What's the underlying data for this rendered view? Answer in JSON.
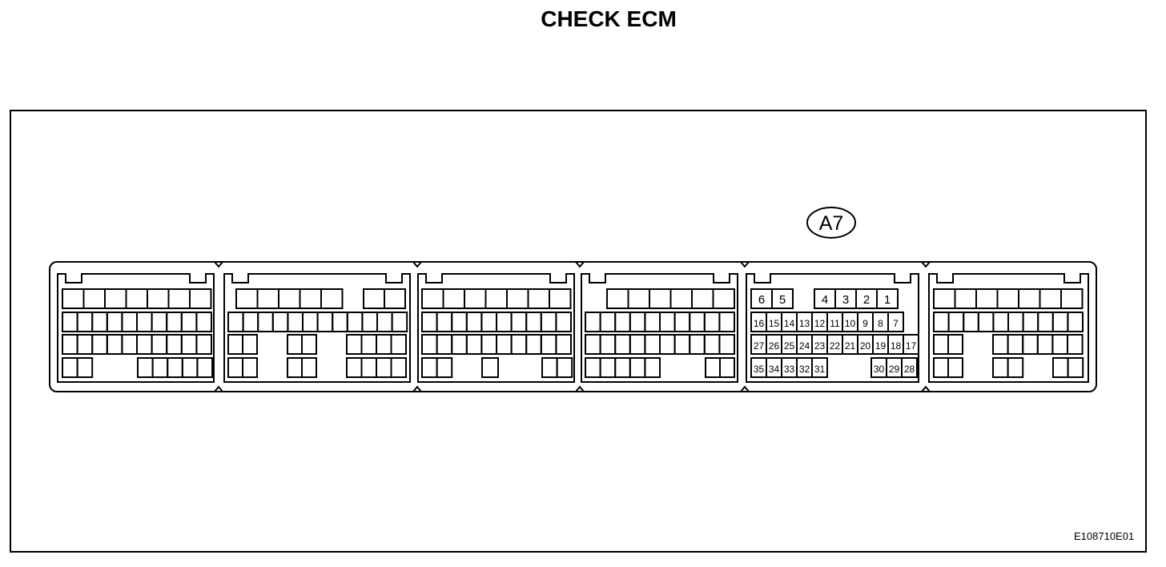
{
  "title": "CHECK ECM",
  "figure_code": "E108710E01",
  "connector": {
    "label": "A7",
    "rows": [
      [
        "6",
        "5",
        "4",
        "3",
        "2",
        "1"
      ],
      [
        "16",
        "15",
        "14",
        "13",
        "12",
        "11",
        "10",
        "9",
        "8",
        "7"
      ],
      [
        "27",
        "26",
        "25",
        "24",
        "23",
        "22",
        "21",
        "20",
        "19",
        "18",
        "17"
      ],
      [
        "35",
        "34",
        "33",
        "32",
        "31",
        "30",
        "29",
        "28"
      ]
    ]
  }
}
